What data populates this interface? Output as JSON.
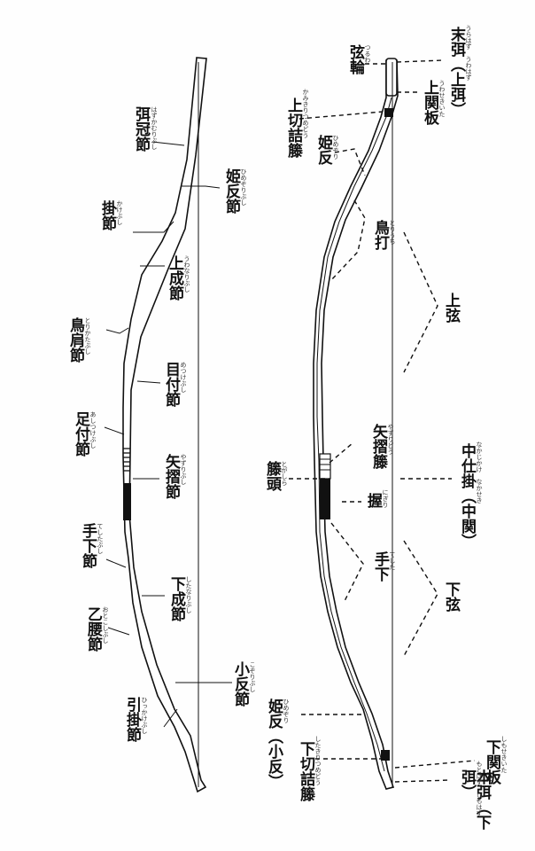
{
  "left_diagram": {
    "labels": [
      {
        "id": "hazu-kashira-bushi",
        "text": "弭冠節",
        "ruby": "はずかむりぶし"
      },
      {
        "id": "kake-bushi",
        "text": "掛節",
        "ruby": "かけぶし"
      },
      {
        "id": "torikata-bushi",
        "text": "鳥肩節",
        "ruby": "とりかたぶし"
      },
      {
        "id": "ashitsuke-bushi",
        "text": "足付節",
        "ruby": "あしつけぶし"
      },
      {
        "id": "teshita-bushi",
        "text": "手下節",
        "ruby": "てしたぶし"
      },
      {
        "id": "otokoshi-bushi",
        "text": "乙腰節",
        "ruby": "おとこしぶし"
      },
      {
        "id": "hikkake-bushi",
        "text": "引掛節",
        "ruby": "ひっかけぶし"
      },
      {
        "id": "himezori-bushi",
        "text": "姫反節",
        "ruby": "ひめぞりぶし"
      },
      {
        "id": "uwanari-bushi",
        "text": "上成節",
        "ruby": "うわなりぶし"
      },
      {
        "id": "metsuke-bushi",
        "text": "目付節",
        "ruby": "めつけぶし"
      },
      {
        "id": "yazuri-bushi",
        "text": "矢摺節",
        "ruby": "やずりぶし"
      },
      {
        "id": "shitanari-bushi",
        "text": "下成節",
        "ruby": "したなりぶし"
      },
      {
        "id": "kozori-bushi",
        "text": "小反節",
        "ruby": "こぞりぶし"
      }
    ]
  },
  "right_diagram": {
    "labels": [
      {
        "id": "tsuruwa",
        "text": "弦輪",
        "ruby": "つるわ"
      },
      {
        "id": "kamikiri-tsumedo",
        "text": "上切詰籐",
        "ruby": "かみきりつめどう"
      },
      {
        "id": "himezori",
        "text": "姫反",
        "ruby": "ひめぞり"
      },
      {
        "id": "uraharu",
        "text": "末弭（上弭）",
        "ruby": "うらはず　うわはず"
      },
      {
        "id": "uwaseki-ita",
        "text": "上関板",
        "ruby": "うわせきいた"
      },
      {
        "id": "toriuchi",
        "text": "鳥打",
        "ruby": "とりうち"
      },
      {
        "id": "uwa-gen",
        "text": "上弦",
        "ruby": ""
      },
      {
        "id": "yazuri-do",
        "text": "矢摺籐",
        "ruby": "やずりどう"
      },
      {
        "id": "togashira",
        "text": "籐頭",
        "ruby": "とがしら"
      },
      {
        "id": "nigiri",
        "text": "握",
        "ruby": "にぎり"
      },
      {
        "id": "nakajikake",
        "text": "中仕掛（中関）",
        "ruby": "なかじかけ　なかせき"
      },
      {
        "id": "teshita",
        "text": "手下",
        "ruby": "てした"
      },
      {
        "id": "shita-gen",
        "text": "下弦",
        "ruby": ""
      },
      {
        "id": "himezori-kozori",
        "text": "姫反（小反）",
        "ruby": "ひめぞり"
      },
      {
        "id": "shimokiri-tsumedo",
        "text": "下切詰籐",
        "ruby": "したきりつめどう"
      },
      {
        "id": "shitaseki-ita",
        "text": "下関板",
        "ruby": "しもせきいた"
      },
      {
        "id": "motohazu",
        "text": "本弭（下弭）",
        "ruby": "もとはず　しもはず"
      }
    ]
  }
}
